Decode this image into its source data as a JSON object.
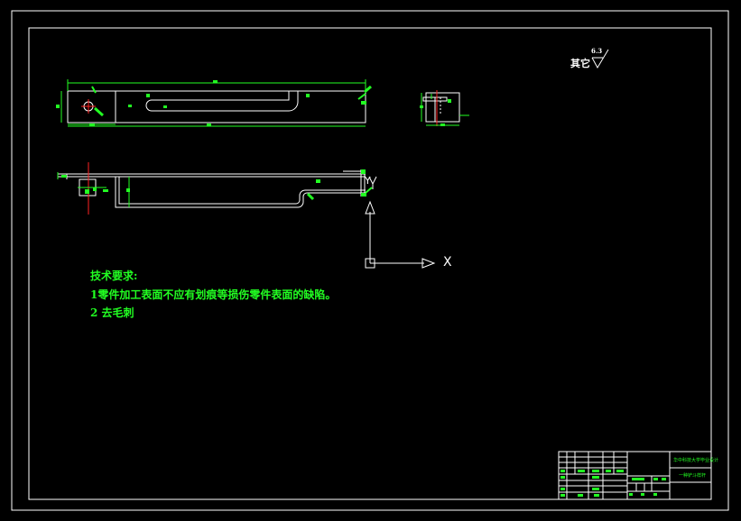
{
  "drawing": {
    "roughness_note": "其它",
    "roughness_value": "6.3",
    "ucs_x_label": "X",
    "ucs_y_label": "Y"
  },
  "tech_requirements": {
    "heading": "技术要求:",
    "item1": "1零件加工表面不应有划痕等损伤零件表面的缺陷。",
    "item2": "2  去毛刺"
  },
  "title_block": {
    "school": "华中科技大学毕业设计",
    "part_name": "一种铲斗样杆"
  },
  "colors": {
    "background": "#000000",
    "line": "#ffffff",
    "dimension": "#22ff22",
    "center_line": "#ff2222"
  }
}
